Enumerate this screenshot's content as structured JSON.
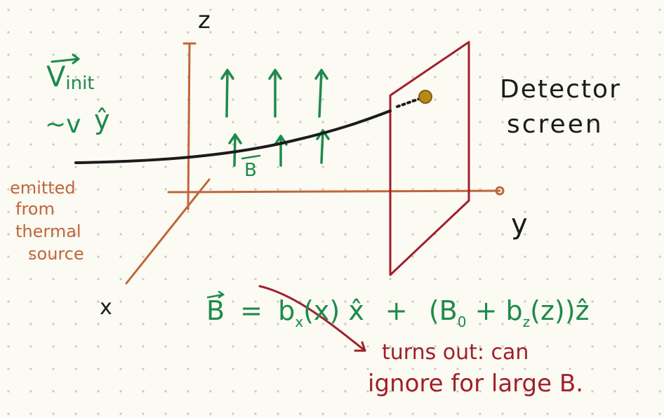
{
  "axes": {
    "z_label": "z",
    "y_label": "y",
    "x_label": "x"
  },
  "velocity": {
    "label_main": "V",
    "label_sub": "init",
    "label_approx": "~v",
    "label_unit": "ŷ"
  },
  "source": {
    "line1": "emitted",
    "line2": "from",
    "line3": "thermal",
    "line4": "source"
  },
  "field_label": "B",
  "detector": {
    "line1": "Detector",
    "line2": "screen"
  },
  "equation": {
    "lhs": "B",
    "eq": "=",
    "term1": "b",
    "term1_sub": "x",
    "term1_arg": "(x)",
    "term1_unit": "x̂",
    "plus1": "+",
    "term2_open": "(B",
    "term2_sub0": "0",
    "plus2": "+",
    "term2_b": "b",
    "term2_sub": "z",
    "term2_arg": "(z))",
    "term2_unit": "ẑ"
  },
  "annotation": {
    "line1": "turns out: can",
    "line2": "ignore for large B."
  },
  "colors": {
    "background": "#fbfaf3",
    "grid_dots": "#c9c9c4",
    "axes": "#c0663a",
    "field": "#1e8a4c",
    "trajectory": "#1b1b1b",
    "screen": "#a0202a",
    "spot": "#b58a16",
    "annotation": "#a0202a"
  }
}
